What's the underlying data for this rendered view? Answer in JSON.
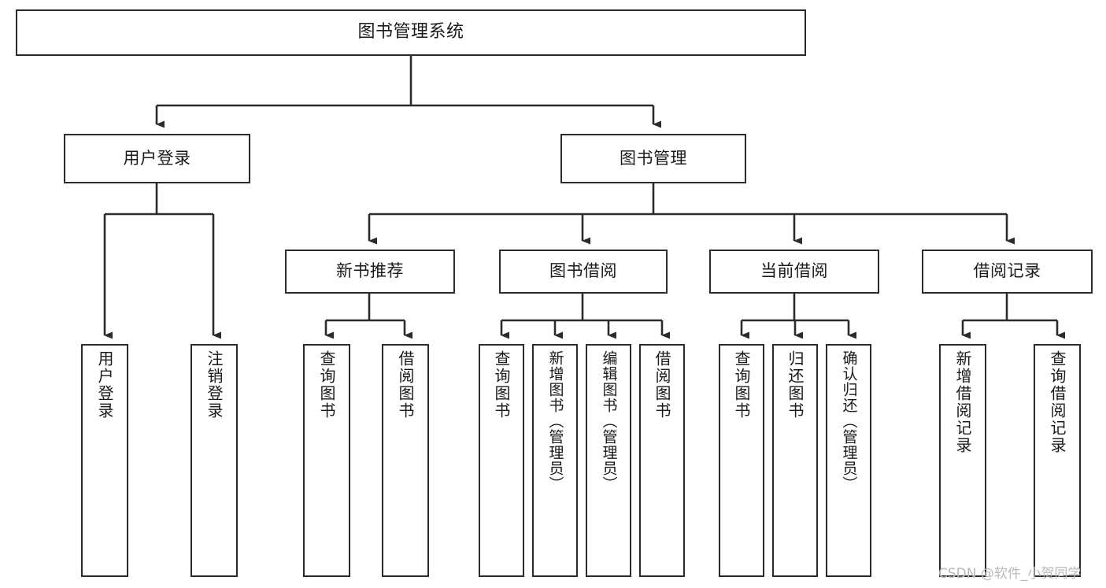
{
  "diagram": {
    "type": "tree-hierarchy-chart",
    "title": "图书管理系统",
    "watermark": "CSDN @软件_小贺同学",
    "colors": {
      "box_border": "#2b2b2b",
      "box_fill": "#ffffff",
      "connector": "#2b2b2b",
      "text": "#1a1a1a",
      "watermark": "#b9b9b9",
      "background": "#ffffff"
    },
    "root": {
      "label": "图书管理系统"
    },
    "level1": [
      {
        "id": "user-login",
        "label": "用户登录"
      },
      {
        "id": "book-management",
        "label": "图书管理"
      }
    ],
    "level2": [
      {
        "id": "new-book-recommend",
        "label": "新书推荐",
        "parent": "book-management"
      },
      {
        "id": "book-borrow",
        "label": "图书借阅",
        "parent": "book-management"
      },
      {
        "id": "current-borrow",
        "label": "当前借阅",
        "parent": "book-management"
      },
      {
        "id": "borrow-record",
        "label": "借阅记录",
        "parent": "book-management"
      }
    ],
    "leaves": [
      {
        "id": "leaf-user-login",
        "label": "用户登录",
        "parent": "user-login"
      },
      {
        "id": "leaf-logout-login",
        "label": "注销登录",
        "parent": "user-login"
      },
      {
        "id": "leaf-query-book-1",
        "label": "查询图书",
        "parent": "new-book-recommend"
      },
      {
        "id": "leaf-borrow-book-1",
        "label": "借阅图书",
        "parent": "new-book-recommend"
      },
      {
        "id": "leaf-query-book-2",
        "label": "查询图书",
        "parent": "book-borrow"
      },
      {
        "id": "leaf-add-book",
        "label": "新增图书（管理员）",
        "parent": "book-borrow"
      },
      {
        "id": "leaf-edit-book",
        "label": "编辑图书（管理员）",
        "parent": "book-borrow"
      },
      {
        "id": "leaf-borrow-book-2",
        "label": "借阅图书",
        "parent": "book-borrow"
      },
      {
        "id": "leaf-query-book-3",
        "label": "查询图书",
        "parent": "current-borrow"
      },
      {
        "id": "leaf-return-book",
        "label": "归还图书",
        "parent": "current-borrow"
      },
      {
        "id": "leaf-confirm-return",
        "label": "确认归还（管理员）",
        "parent": "current-borrow"
      },
      {
        "id": "leaf-add-record",
        "label": "新增借阅记录",
        "parent": "borrow-record"
      },
      {
        "id": "leaf-query-record",
        "label": "查询借阅记录",
        "parent": "borrow-record"
      }
    ]
  }
}
